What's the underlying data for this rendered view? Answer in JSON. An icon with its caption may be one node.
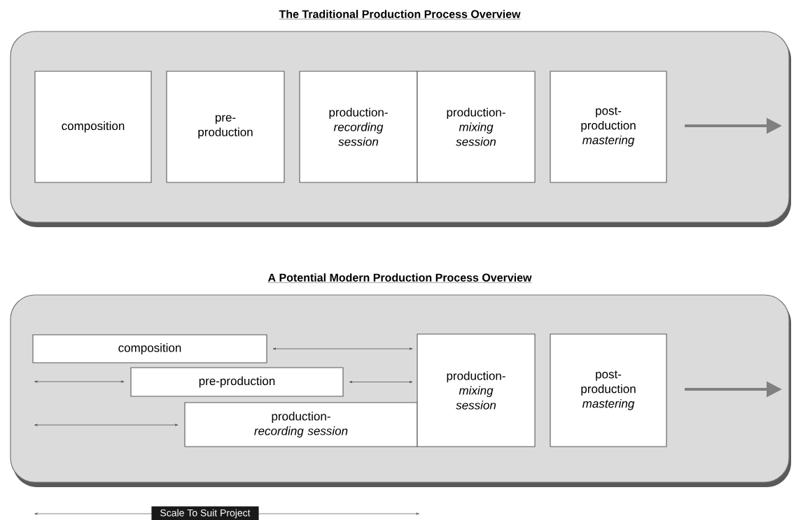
{
  "diagram": {
    "nodes": [
      {
        "text": [
          "The Traditional Production Process Overview"
        ]
      },
      {
        "text": [
          "composition"
        ],
        "in": 0
      },
      {
        "text": [
          "pre- production"
        ],
        "in": 0
      },
      {
        "text": [
          "production- *recording session*"
        ],
        "in": 0
      },
      {
        "text": [
          "production- *mixing session*"
        ],
        "in": 0
      },
      {
        "text": [
          "post- production *mastering*"
        ],
        "in": 0
      },
      {
        "text": [
          "A Potential Modern Production Process Overview"
        ]
      },
      {
        "text": [
          "composition"
        ],
        "in": 6
      },
      {
        "text": [
          "pre-production"
        ],
        "in": 6
      },
      {
        "text": [
          "production- *recording session*"
        ],
        "in": 6
      },
      {
        "text": [
          "production- *mixing session*"
        ],
        "in": 6
      },
      {
        "text": [
          "post- production *mastering*"
        ],
        "in": 6
      }
    ],
    "edges": [
      {
        "from": 7,
        "to": 10,
        "arrow": "both"
      },
      {
        "from": null,
        "to": 8,
        "arrow": "both"
      },
      {
        "from": 8,
        "to": 10,
        "arrow": "both"
      },
      {
        "from": null,
        "to": 9,
        "arrow": "both"
      }
    ],
    "labels": [
      "Scale To Suit Project"
    ]
  }
}
